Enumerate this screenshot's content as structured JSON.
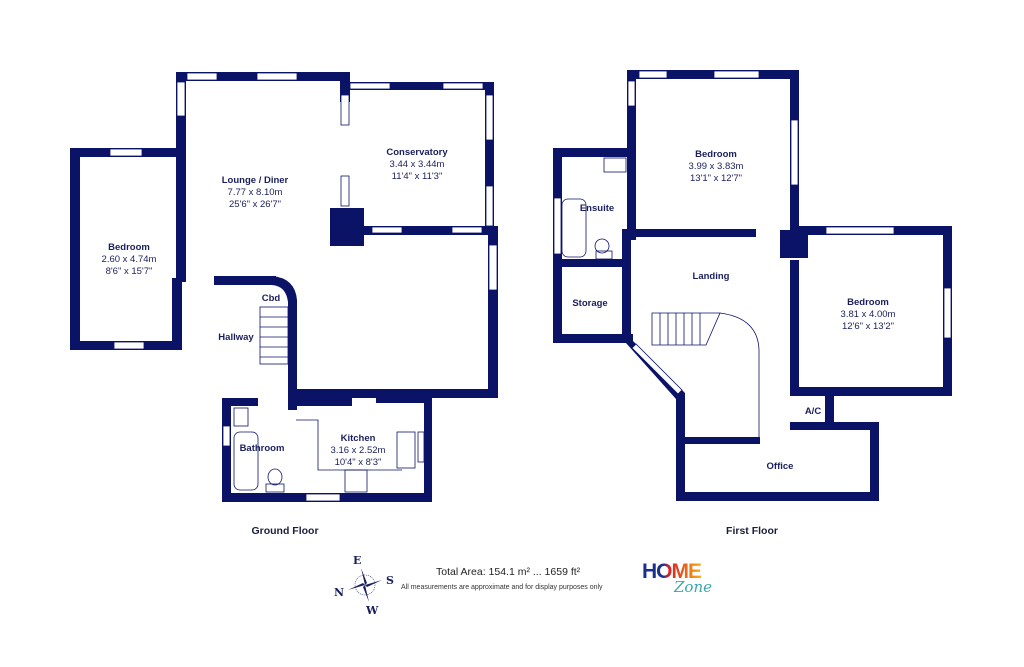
{
  "colors": {
    "wall": "#0b1367",
    "text": "#1a1f5c",
    "window": "#ffffff"
  },
  "ground_floor": {
    "label": "Ground Floor",
    "rooms": [
      {
        "name": "Bedroom",
        "metric": "2.60 x 4.74m",
        "imperial": "8'6\" x 15'7\""
      },
      {
        "name": "Lounge / Diner",
        "metric": "7.77 x 8.10m",
        "imperial": "25'6\" x 26'7\""
      },
      {
        "name": "Conservatory",
        "metric": "3.44 x 3.44m",
        "imperial": "11'4\" x 11'3\""
      },
      {
        "name": "Hallway"
      },
      {
        "name": "Cbd"
      },
      {
        "name": "Bathroom"
      },
      {
        "name": "Kitchen",
        "metric": "3.16 x 2.52m",
        "imperial": "10'4\" x 8'3\""
      }
    ]
  },
  "first_floor": {
    "label": "First Floor",
    "rooms": [
      {
        "name": "Bedroom",
        "metric": "3.99 x 3.83m",
        "imperial": "13'1\" x 12'7\""
      },
      {
        "name": "Ensuite"
      },
      {
        "name": "Landing"
      },
      {
        "name": "Storage"
      },
      {
        "name": "Bedroom",
        "metric": "3.81 x 4.00m",
        "imperial": "12'6\" x 13'2\""
      },
      {
        "name": "A/C"
      },
      {
        "name": "Office"
      }
    ]
  },
  "footer": {
    "total_area": "Total Area: 154.1 m² ... 1659 ft²",
    "disclaimer": "All measurements are approximate and for display purposes only",
    "compass": {
      "top": "E",
      "right": "S",
      "left": "N",
      "bottom": "W"
    },
    "logo": {
      "main": "HOME",
      "script": "Zone"
    }
  }
}
